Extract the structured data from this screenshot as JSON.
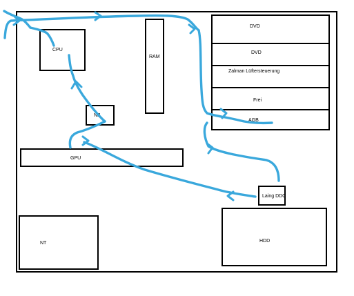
{
  "diagram": {
    "components": {
      "cpu": "CPU",
      "ram": "RAM",
      "nb": "NB",
      "gpu": "GPU",
      "nt": "NT",
      "hdd": "HDD",
      "pump": "Laing DDC",
      "bay1": "DVD",
      "bay2": "DVD",
      "bay3": "Zalman Lüftersteuerung",
      "bay4": "Frei",
      "bay5": "AGB"
    },
    "colors": {
      "tubing": "#3aa8dc",
      "outline": "#000000",
      "background": "#ffffff"
    }
  }
}
